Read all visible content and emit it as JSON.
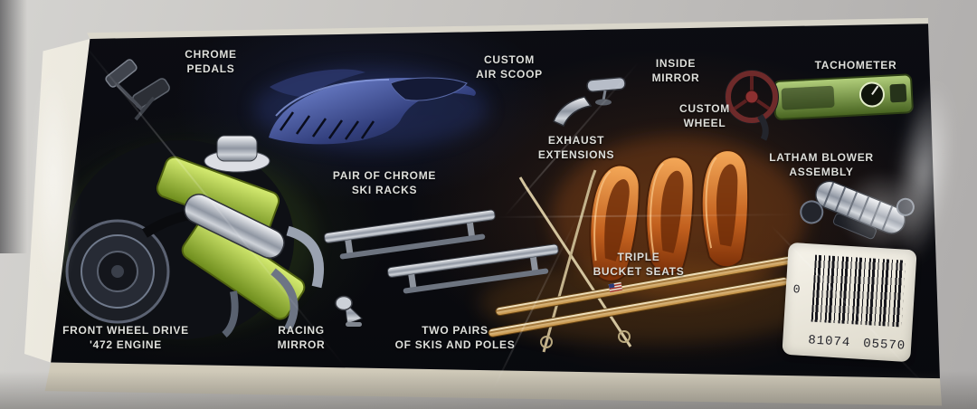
{
  "box_panel": {
    "description": "Side panel of a vintage model-kit box showing kit parts callouts",
    "labels": {
      "chrome_pedals": {
        "line1": "CHROME",
        "line2": "PEDALS"
      },
      "custom_air_scoop": {
        "line1": "CUSTOM",
        "line2": "AIR SCOOP"
      },
      "inside_mirror": {
        "line1": "INSIDE",
        "line2": "MIRROR"
      },
      "tachometer": {
        "line1": "TACHOMETER"
      },
      "custom_wheel": {
        "line1": "CUSTOM",
        "line2": "WHEEL"
      },
      "exhaust_extensions": {
        "line1": "EXHAUST",
        "line2": "EXTENSIONS"
      },
      "latham_blower": {
        "line1": "LATHAM BLOWER",
        "line2": "ASSEMBLY"
      },
      "ski_racks": {
        "line1": "PAIR OF CHROME",
        "line2": "SKI RACKS"
      },
      "triple_bucket_seats": {
        "line1": "TRIPLE",
        "line2": "BUCKET SEATS"
      },
      "front_wheel_drive": {
        "line1": "FRONT WHEEL DRIVE",
        "line2": "'472 ENGINE"
      },
      "racing_mirror": {
        "line1": "RACING",
        "line2": "MIRROR"
      },
      "skis_poles": {
        "line1": "TWO PAIRS",
        "line2": "OF SKIS AND POLES"
      }
    },
    "barcode": {
      "left_digit": "0",
      "digits_left": "81074",
      "digits_right": "05570"
    },
    "depicted_parts": [
      "chrome-pedals",
      "hood-air-scoop",
      "inside-mirror",
      "custom-steering-wheel",
      "tachometer-dash",
      "exhaust-extensions",
      "latham-blower-assembly",
      "472-engine",
      "chrome-ski-racks",
      "triple-bucket-seats",
      "skis-and-poles",
      "racing-mirror"
    ],
    "colors": {
      "panel": "#0a0b10",
      "label_text": "#dedfdb",
      "seat_orange": "#c2601e",
      "engine_lime": "#9fbe3c",
      "hood_blue": "#33407e",
      "dash_green": "#7fa04a",
      "box_edge": "#e9e4d5"
    }
  }
}
